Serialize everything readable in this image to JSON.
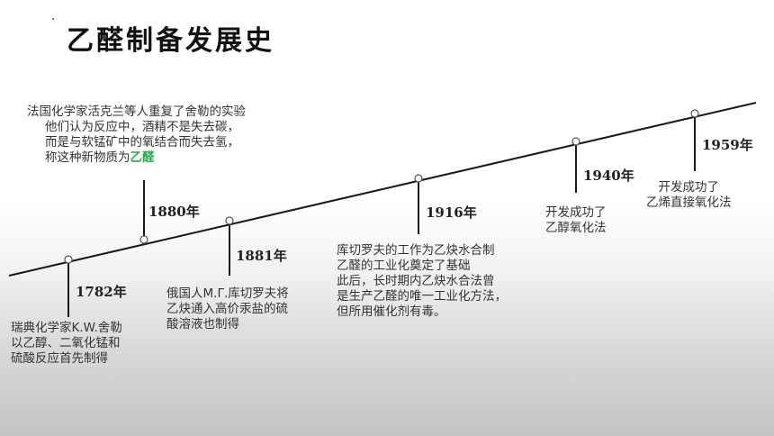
{
  "title": "乙醛制备发展史",
  "events": [
    {
      "year": "1782年",
      "lines": [
        "瑞典化学家K.W.舍勒",
        "以乙醇、二氧化锰和",
        "硫酸反应首先制得"
      ]
    },
    {
      "year": "1880年",
      "heading": "法国化学家活克兰等人重复了舍勒的实验",
      "lines": [
        "他们认为反应中，酒精不是失去碳，",
        "而是与软锰矿中的氧结合而失去氢，"
      ],
      "last_prefix": "称这种新物质为",
      "last_highlight": "乙醛"
    },
    {
      "year": "1881年",
      "lines": [
        "俄国人M.Γ.库切罗夫将",
        "乙炔通入高价汞盐的硫",
        "酸溶液也制得"
      ]
    },
    {
      "year": "1916年",
      "lines": [
        "库切罗夫的工作为乙炔水合制",
        "乙醛的工业化奠定了基础",
        "此后，长时期内乙炔水合法曾",
        "是生产乙醛的唯一工业化方法，",
        "但所用催化剂有毒。"
      ]
    },
    {
      "year": "1940年",
      "lines": [
        "开发成功了",
        "乙醇氧化法"
      ]
    },
    {
      "year": "1959年",
      "lines": [
        "开发成功了",
        "乙烯直接氧化法"
      ]
    }
  ],
  "colors": {
    "highlight": "#2aa84a",
    "line": "#1a1a1a"
  }
}
